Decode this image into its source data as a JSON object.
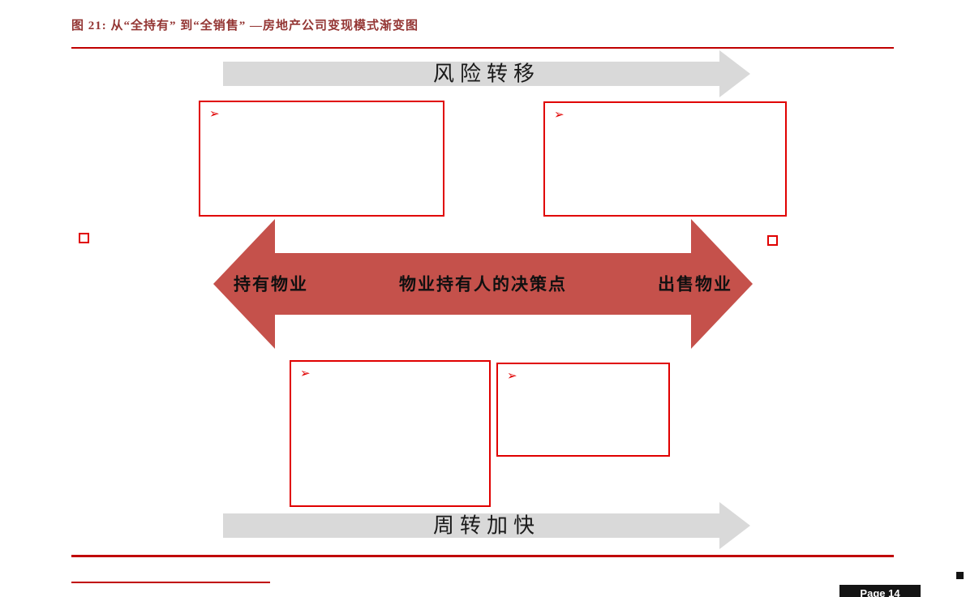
{
  "page": {
    "title": "图 21: 从“全持有” 到“全销售” —房地产公司变现模式渐变图",
    "page_badge": "Page 14"
  },
  "diagram": {
    "bullet": "➢",
    "top_arrow_label": "风险转移",
    "bottom_arrow_label": "周转加快",
    "center_arrow": {
      "left_label": "持有物业",
      "center_label": "物业持有人的决策点",
      "right_label": "出售物业"
    }
  },
  "colors": {
    "title_red": "#943634",
    "rule_red": "#C00000",
    "box_border_red": "#E00000",
    "center_arrow_red": "#C5514B",
    "gray_arrow": "#D9D9D9",
    "badge_bg": "#141414",
    "badge_text": "#FFFFFF"
  }
}
